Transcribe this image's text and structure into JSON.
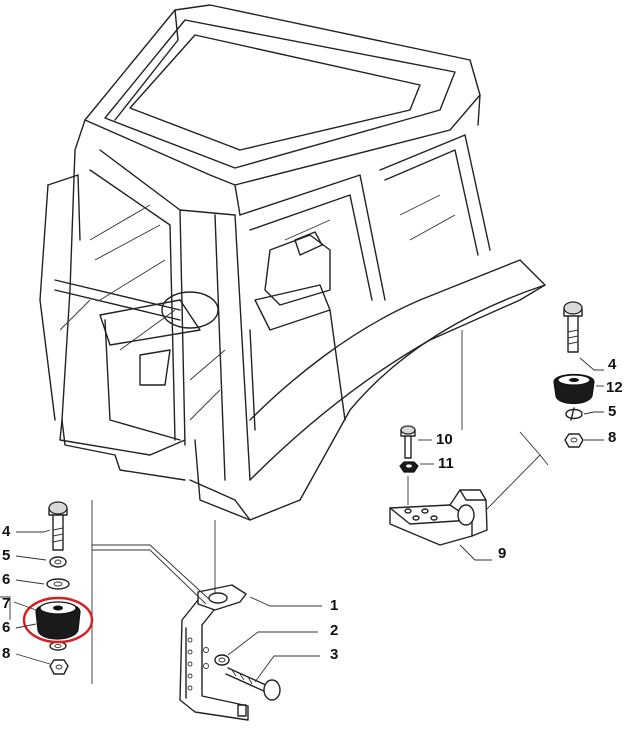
{
  "diagram": {
    "highlight_color": "#d42020",
    "callouts": [
      {
        "id": "c1",
        "text": "1"
      },
      {
        "id": "c2",
        "text": "2"
      },
      {
        "id": "c3",
        "text": "3"
      },
      {
        "id": "c4a",
        "text": "4"
      },
      {
        "id": "c5a",
        "text": "5"
      },
      {
        "id": "c8a",
        "text": "8"
      },
      {
        "id": "c9",
        "text": "9"
      },
      {
        "id": "c10",
        "text": "10"
      },
      {
        "id": "c11",
        "text": "11"
      },
      {
        "id": "c12",
        "text": "12"
      },
      {
        "id": "c4b",
        "text": "4"
      },
      {
        "id": "c5b",
        "text": "5"
      },
      {
        "id": "c6a",
        "text": "6"
      },
      {
        "id": "c7",
        "text": "7"
      },
      {
        "id": "c6b",
        "text": "6"
      },
      {
        "id": "c8b",
        "text": "8"
      }
    ]
  }
}
